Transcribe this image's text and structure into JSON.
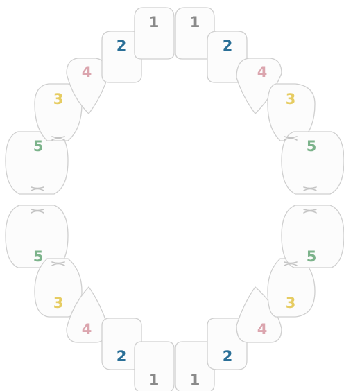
{
  "teeth_chart": {
    "quadrants": {
      "upper_left": [
        {
          "number": "1",
          "group": "g1"
        },
        {
          "number": "2",
          "group": "g2"
        },
        {
          "number": "4",
          "group": "g4"
        },
        {
          "number": "3",
          "group": "g3"
        },
        {
          "number": "5",
          "group": "g5"
        }
      ],
      "upper_right": [
        {
          "number": "1",
          "group": "g1"
        },
        {
          "number": "2",
          "group": "g2"
        },
        {
          "number": "4",
          "group": "g4"
        },
        {
          "number": "3",
          "group": "g3"
        },
        {
          "number": "5",
          "group": "g5"
        }
      ],
      "lower_left": [
        {
          "number": "5",
          "group": "g5"
        },
        {
          "number": "3",
          "group": "g3"
        },
        {
          "number": "4",
          "group": "g4"
        },
        {
          "number": "2",
          "group": "g2"
        },
        {
          "number": "1",
          "group": "g1"
        }
      ],
      "lower_right": [
        {
          "number": "5",
          "group": "g5"
        },
        {
          "number": "3",
          "group": "g3"
        },
        {
          "number": "4",
          "group": "g4"
        },
        {
          "number": "2",
          "group": "g2"
        },
        {
          "number": "1",
          "group": "g1"
        }
      ]
    },
    "colors": {
      "g1": "#8a8a8a",
      "g2": "#2a6f97",
      "g3": "#e6cc62",
      "g4": "#dba5ae",
      "g5": "#7cb38b",
      "outline": "#cfcfcf",
      "fill": "#fcfcfc"
    },
    "contact_marks": [
      "upper-left",
      "upper-right",
      "lower-left",
      "lower-right"
    ]
  }
}
